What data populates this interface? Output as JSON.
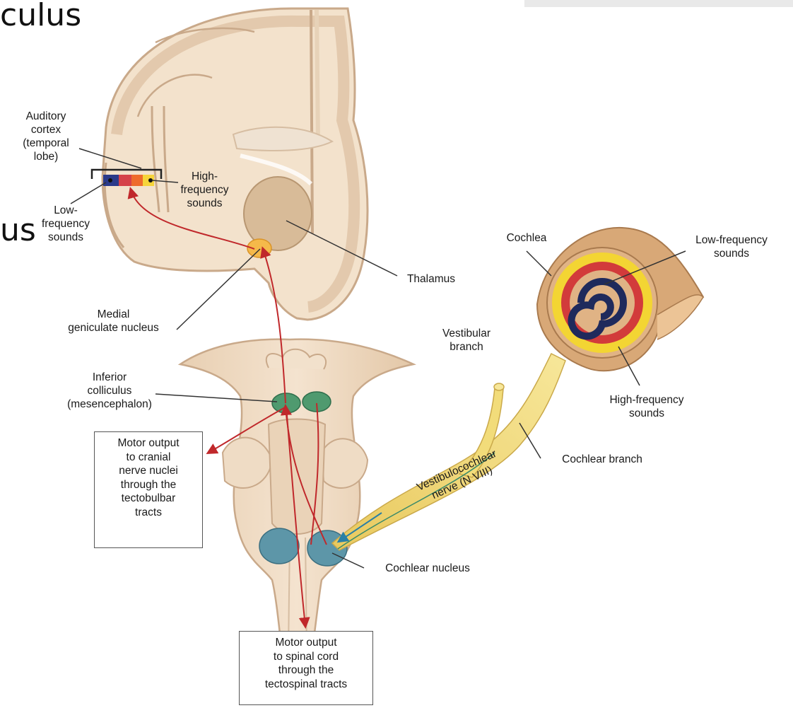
{
  "slide_text": {
    "top_fragment": "culus",
    "mid_fragment": "us"
  },
  "labels": {
    "auditory_cortex": "Auditory\ncortex\n(temporal\nlobe)",
    "low_frequency_left": "Low-\nfrequency\nsounds",
    "high_frequency_left": "High-\nfrequency\nsounds",
    "thalamus": "Thalamus",
    "medial_geniculate": "Medial\ngeniculate nucleus",
    "inferior_colliculus": "Inferior\ncolliculus\n(mesencephalon)",
    "cochlea": "Cochlea",
    "low_frequency_right": "Low-frequency\nsounds",
    "high_frequency_right": "High-frequency\nsounds",
    "vestibular_branch": "Vestibular\nbranch",
    "cochlear_branch": "Cochlear branch",
    "vestibulocochlear_nerve": "Vestibulocochlear\nnerve (N VIII)",
    "cochlear_nucleus": "Cochlear nucleus"
  },
  "boxes": {
    "motor_cranial": "Motor output\nto cranial\nnerve nuclei\nthrough the\ntectobulbar\ntracts",
    "motor_spinal": "Motor output\nto spinal cord\nthrough  the\ntectospinal tracts"
  },
  "colors": {
    "brain_fill": "#f3e2cc",
    "brain_outline": "#c9a98a",
    "cortex_band": "#d9b896",
    "thalamus": "#d8bb98",
    "geniculate": "#f5b94a",
    "colliculus": "#4f9a6f",
    "cochlear_nucleus": "#5d96a8",
    "pathway": "#c0282b",
    "nerve": "#f2dc7a",
    "cochlea_outer": "#d8a877",
    "spiral_red": "#d23b3b",
    "spiral_navy": "#1f2a5c",
    "spiral_yellow": "#f3d533"
  }
}
